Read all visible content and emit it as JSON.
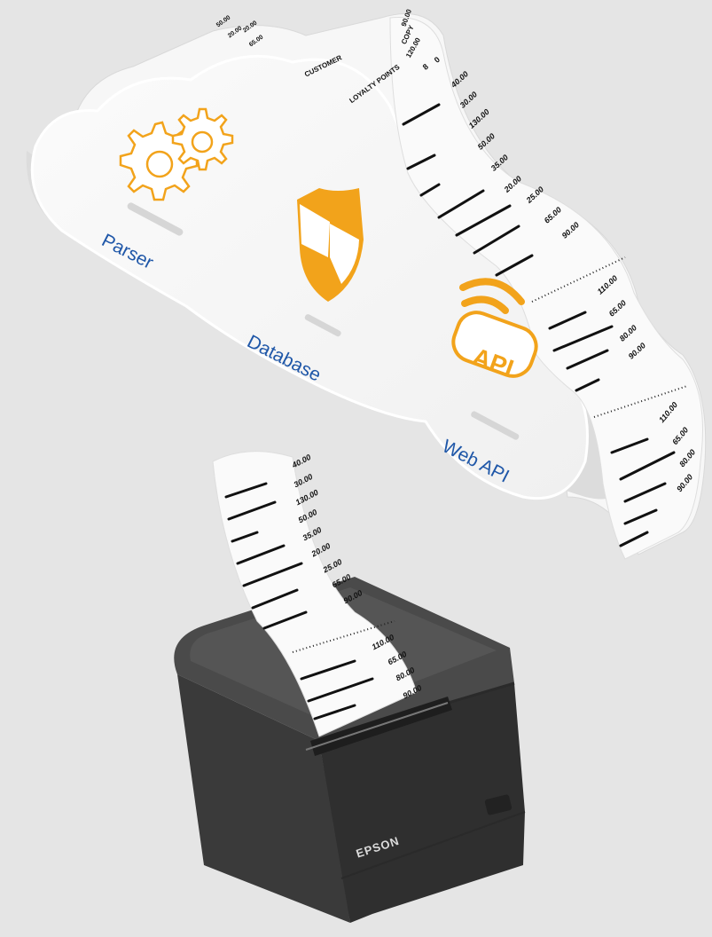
{
  "cloud": {
    "labels": {
      "parser": "Parser",
      "database": "Database",
      "web_api": "Web API"
    },
    "api_badge": "API"
  },
  "receipt": {
    "headers": [
      "CUSTOMER",
      "COPY",
      "LOYALTY POINTS"
    ],
    "header_small": [
      "90.00",
      "8",
      "0"
    ],
    "block_a": [
      "40.00",
      "30.00",
      "130.00",
      "50.00",
      "35.00",
      "20.00",
      "25.00",
      "65.00",
      "90.00"
    ],
    "block_b": [
      "110.00",
      "65.00",
      "80.00",
      "90.00"
    ],
    "top_fragments": [
      "20.00",
      "20.00",
      "65.00",
      "50.00",
      "120.00"
    ]
  },
  "printer": {
    "brand": "EPSON"
  },
  "colors": {
    "background": "#e5e5e5",
    "accent": "#f2a31b",
    "label": "#1f57a8",
    "printer": "#3d3d3d"
  },
  "icons": [
    "gear-icon",
    "shield-icon",
    "api-wifi-icon"
  ]
}
